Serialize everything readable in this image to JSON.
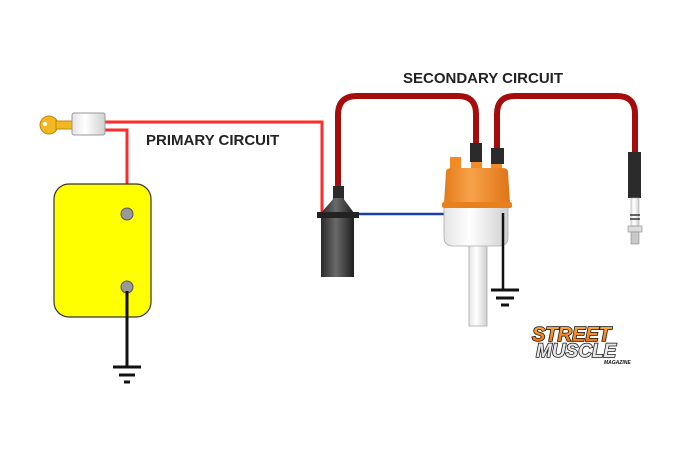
{
  "labels": {
    "primary": "PRIMARY CIRCUIT",
    "secondary": "SECONDARY CIRCUIT"
  },
  "logo": {
    "line1": "STREET",
    "line2": "MUSCLE",
    "line3": "MAGAZINE"
  },
  "colors": {
    "primary_wire": "#ff2a2a",
    "secondary_wire": "#a50d0d",
    "signal_wire": "#1a3fa8",
    "battery": "#ffff00",
    "distributor_cap": "#f28a26",
    "key": "#f3b721"
  },
  "components": [
    "key-icon",
    "ignition-switch",
    "battery",
    "ignition-coil",
    "distributor",
    "spark-plug",
    "ground-symbol"
  ]
}
